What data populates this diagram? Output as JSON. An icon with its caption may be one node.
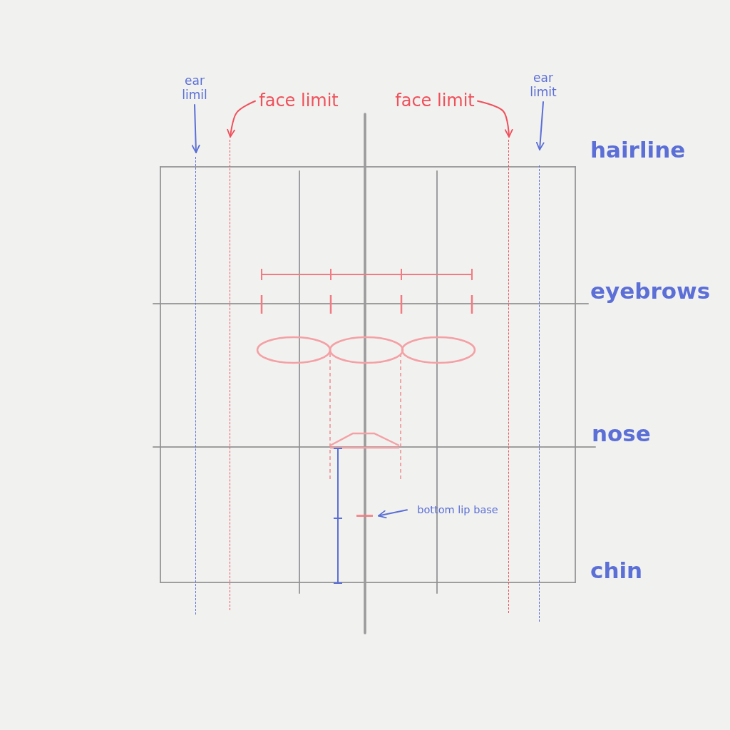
{
  "diagram": {
    "nodes": [
      {
        "text": [
          "ear limil"
        ]
      },
      {
        "text": [
          "face limit"
        ]
      },
      {
        "text": [
          "face limit"
        ]
      },
      {
        "text": [
          "ear limit"
        ]
      },
      {
        "text": [],
        "shape": "line"
      },
      {
        "text": [],
        "shape": "line"
      },
      {
        "text": [],
        "shape": "line"
      },
      {
        "text": [],
        "shape": "line"
      },
      {
        "text": [
          "bottom lip base"
        ]
      },
      {
        "text": [],
        "shape": "line"
      }
    ],
    "edges": [
      {
        "from": 0,
        "to": 4,
        "arrow": "to"
      },
      {
        "from": 1,
        "to": 5,
        "arrow": "to",
        "color": "#f0505a"
      },
      {
        "from": 2,
        "to": 6,
        "arrow": "to",
        "color": "#f0505a"
      },
      {
        "from": 3,
        "to": 7,
        "arrow": "to"
      },
      {
        "from": 8,
        "to": 9,
        "arrow": "to"
      }
    ],
    "labels": [
      "hairline",
      "eyebrows",
      "nose",
      "chin"
    ]
  }
}
